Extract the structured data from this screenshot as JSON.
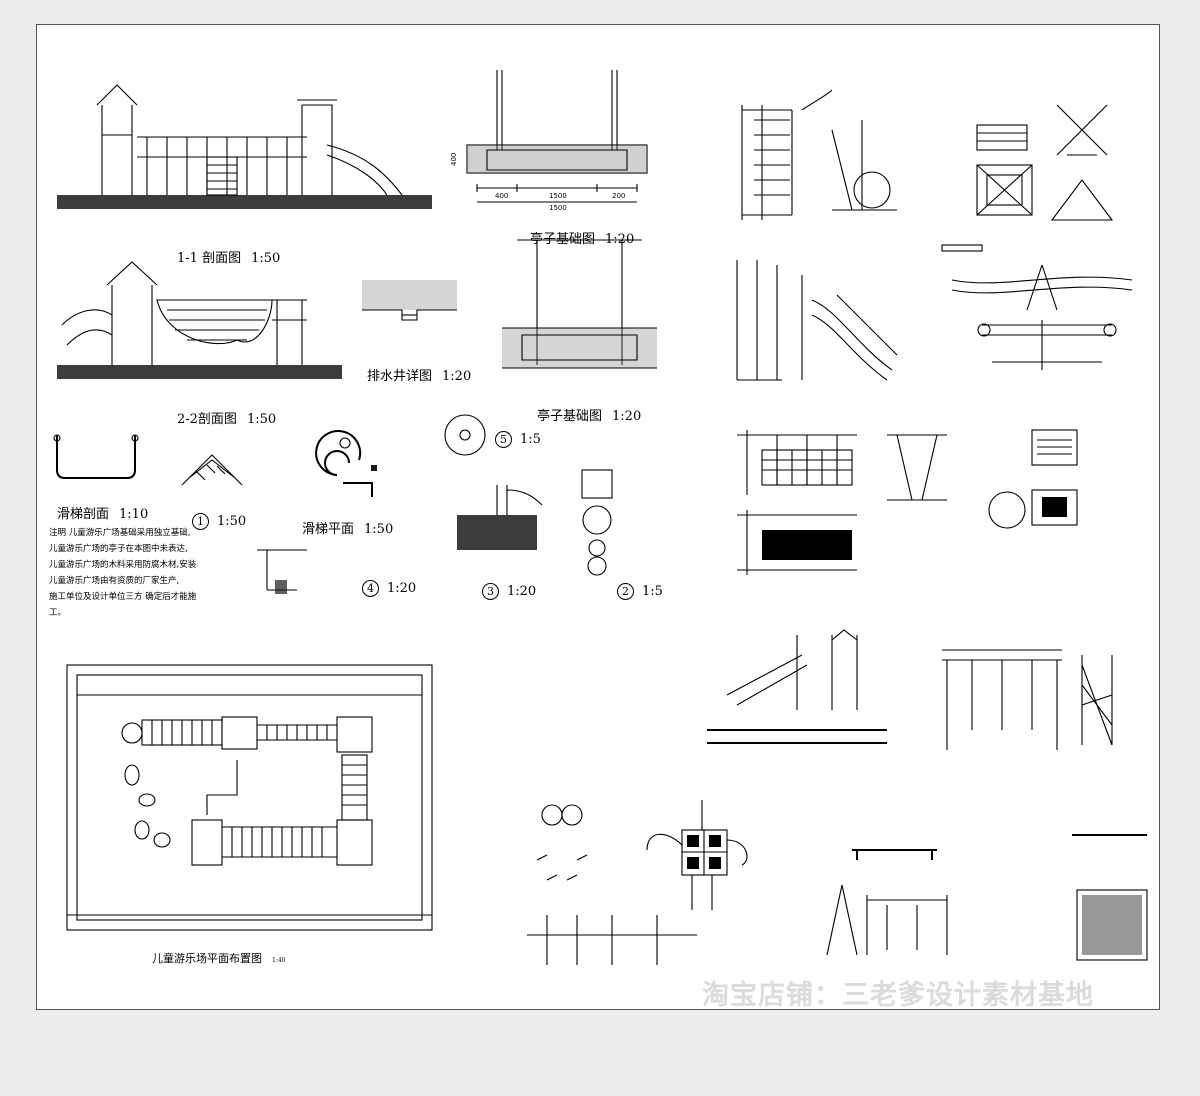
{
  "titles": {
    "section_1_1": "1-1 剖面图",
    "section_1_1_scale": "1:50",
    "section_2_2": "2-2剖面图",
    "section_2_2_scale": "1:50",
    "pavilion_foundation_a": "亭子基础图",
    "pavilion_foundation_a_scale": "1:20",
    "pavilion_foundation_b": "亭子基础图",
    "pavilion_foundation_b_scale": "1:20",
    "drain_well": "排水井详图",
    "drain_well_scale": "1:20",
    "slide_section": "滑梯剖面",
    "slide_section_scale": "1:10",
    "slide_plan": "滑梯平面",
    "slide_plan_scale": "1:50",
    "plan_layout": "儿童游乐场平面布置图",
    "plan_layout_scale": "1:40"
  },
  "details": [
    {
      "num": "1",
      "scale": "1:50"
    },
    {
      "num": "2",
      "scale": "1:5"
    },
    {
      "num": "3",
      "scale": "1:20"
    },
    {
      "num": "4",
      "scale": "1:20"
    },
    {
      "num": "5",
      "scale": "1:5"
    }
  ],
  "notes": [
    "注明    儿童游乐广场基础采用独立基础,",
    "儿童游乐广场的亭子在本图中未表达,",
    "儿童游乐广场的木料采用防腐木材,安装",
    "儿童游乐广场由有资质的厂家生产,",
    "施工单位及设计单位三方   确定后才能施",
    "工。"
  ],
  "dimensions": {
    "foundation_left": "400",
    "foundation_mid": "1500",
    "foundation_right": "200",
    "foundation_total": "1500",
    "foundation_height": "400"
  },
  "watermark": "淘宝店铺：三老爹设计素材基地"
}
